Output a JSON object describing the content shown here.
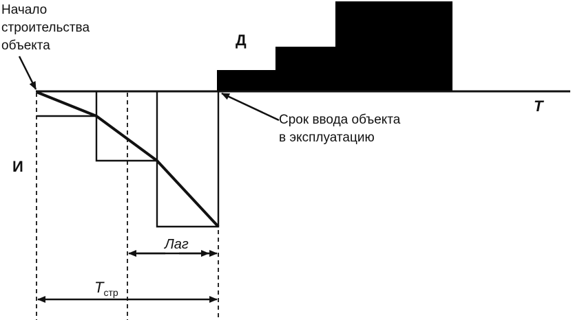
{
  "labels": {
    "start_line1": "Начало",
    "start_line2": "строительства",
    "start_line3": "объекта",
    "d": "Д",
    "t": "T",
    "i": "И",
    "commission_line1": "Срок ввода объекта",
    "commission_line2": "в эксплуатацию",
    "lag": "Лаг",
    "t_main": "T",
    "t_sub": "стр"
  },
  "colors": {
    "ink": "#111111",
    "fill": "#000000"
  }
}
